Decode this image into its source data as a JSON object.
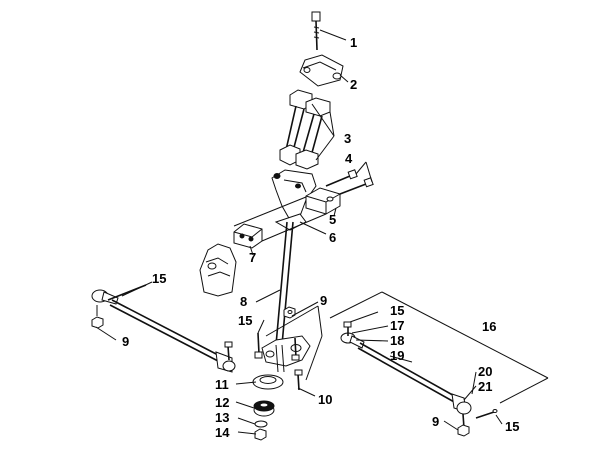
{
  "callouts": {
    "c1": "1",
    "c2": "2",
    "c3": "3",
    "c4": "4",
    "c5": "5",
    "c6": "6",
    "c7": "7",
    "c8": "8",
    "c9a": "9",
    "c9b": "9",
    "c9c": "9",
    "c10": "10",
    "c11": "11",
    "c12": "12",
    "c13": "13",
    "c14": "14",
    "c15a": "15",
    "c15b": "15",
    "c15c": "15",
    "c15d": "15",
    "c16": "16",
    "c17": "17",
    "c18": "18",
    "c19": "19",
    "c20": "20",
    "c21": "21"
  },
  "colors": {
    "line": "#111111",
    "background": "#ffffff"
  }
}
